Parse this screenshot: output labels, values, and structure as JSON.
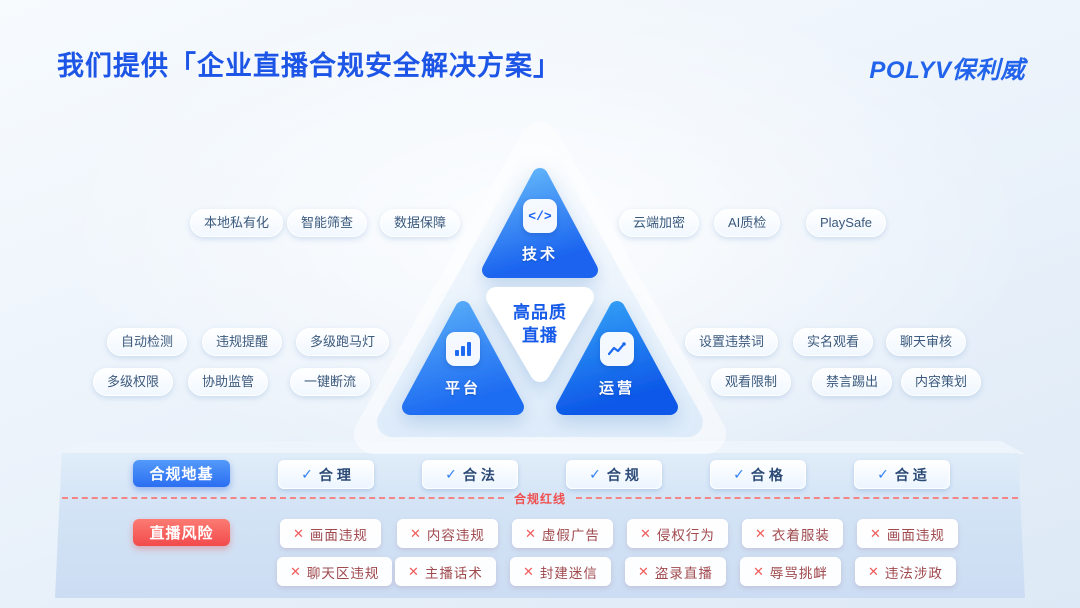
{
  "slide": {
    "title": "我们提供「企业直播合规安全解决方案」",
    "brand_logo": "POLYV保利威"
  },
  "pyramid": {
    "center_title_line1": "高品质",
    "center_title_line2": "直播",
    "nodes": {
      "tech": "技术",
      "platform": "平台",
      "operation": "运营"
    }
  },
  "glyphs": {
    "code": "</>",
    "check": "✓",
    "cross": "✕"
  },
  "tags": {
    "top_left": [
      "本地私有化",
      "智能筛查",
      "数据保障"
    ],
    "top_right": [
      "云端加密",
      "AI质检",
      "PlaySafe"
    ],
    "mid_left_row1": [
      "自动检测",
      "违规提醒",
      "多级跑马灯"
    ],
    "mid_left_row2": [
      "多级权限",
      "协助监管",
      "一键断流"
    ],
    "mid_right_row1": [
      "设置违禁词",
      "实名观看",
      "聊天审核"
    ],
    "mid_right_row2": [
      "观看限制",
      "禁言踢出",
      "内容策划"
    ]
  },
  "foundation": {
    "label": "合规地基",
    "items": [
      "合理",
      "合法",
      "合规",
      "合格",
      "合适"
    ]
  },
  "redline": {
    "label": "合规红线"
  },
  "risk": {
    "label": "直播风险",
    "row1": [
      "画面违规",
      "内容违规",
      "虚假广告",
      "侵权行为",
      "衣着服装",
      "画面违规"
    ],
    "row2": [
      "聊天区违规",
      "主播话术",
      "封建迷信",
      "盗录直播",
      "辱骂挑衅",
      "违法涉政"
    ]
  },
  "colors": {
    "accent_blue": "#2263ec",
    "accent_red": "#f25c5c"
  }
}
